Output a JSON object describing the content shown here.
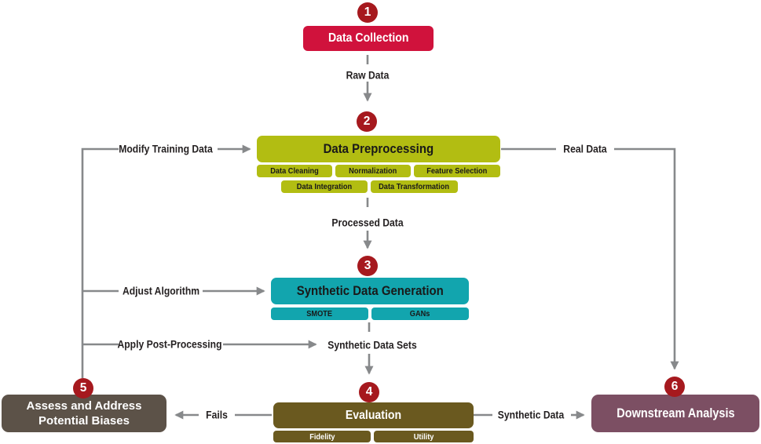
{
  "colors": {
    "crimson": "#D0123C",
    "badge_red": "#A6191E",
    "chartreuse": "#B2BD12",
    "teal": "#12A5AE",
    "olive": "#6A591F",
    "taupe": "#5C5248",
    "mauve": "#7C4F63",
    "line_gray": "#87898B",
    "label_dark": "#242021",
    "ink": "#191919"
  },
  "steps": [
    {
      "number": "1",
      "label": "Data Collection"
    },
    {
      "number": "2",
      "label": "Data Preprocessing",
      "subs1": [
        "Data Cleaning",
        "Normalization",
        "Feature Selection"
      ],
      "subs2": [
        "Data Integration",
        "Data Transformation"
      ]
    },
    {
      "number": "3",
      "label": "Synthetic Data Generation",
      "subs": [
        "SMOTE",
        "GANs"
      ]
    },
    {
      "number": "4",
      "label": "Evaluation",
      "subs": [
        "Fidelity",
        "Utility"
      ]
    },
    {
      "number": "5",
      "label": "Assess and Address Potential Biases"
    },
    {
      "number": "6",
      "label": "Downstream Analysis"
    }
  ],
  "connectors": {
    "raw_data": "Raw Data",
    "processed_data": "Processed Data",
    "synthetic_data_sets": "Synthetic Data Sets",
    "modify_training_data": "Modify Training Data",
    "adjust_algorithm": "Adjust Algorithm",
    "apply_post_processing": "Apply Post-Processing",
    "real_data": "Real Data",
    "fails": "Fails",
    "synthetic_data": "Synthetic Data"
  }
}
